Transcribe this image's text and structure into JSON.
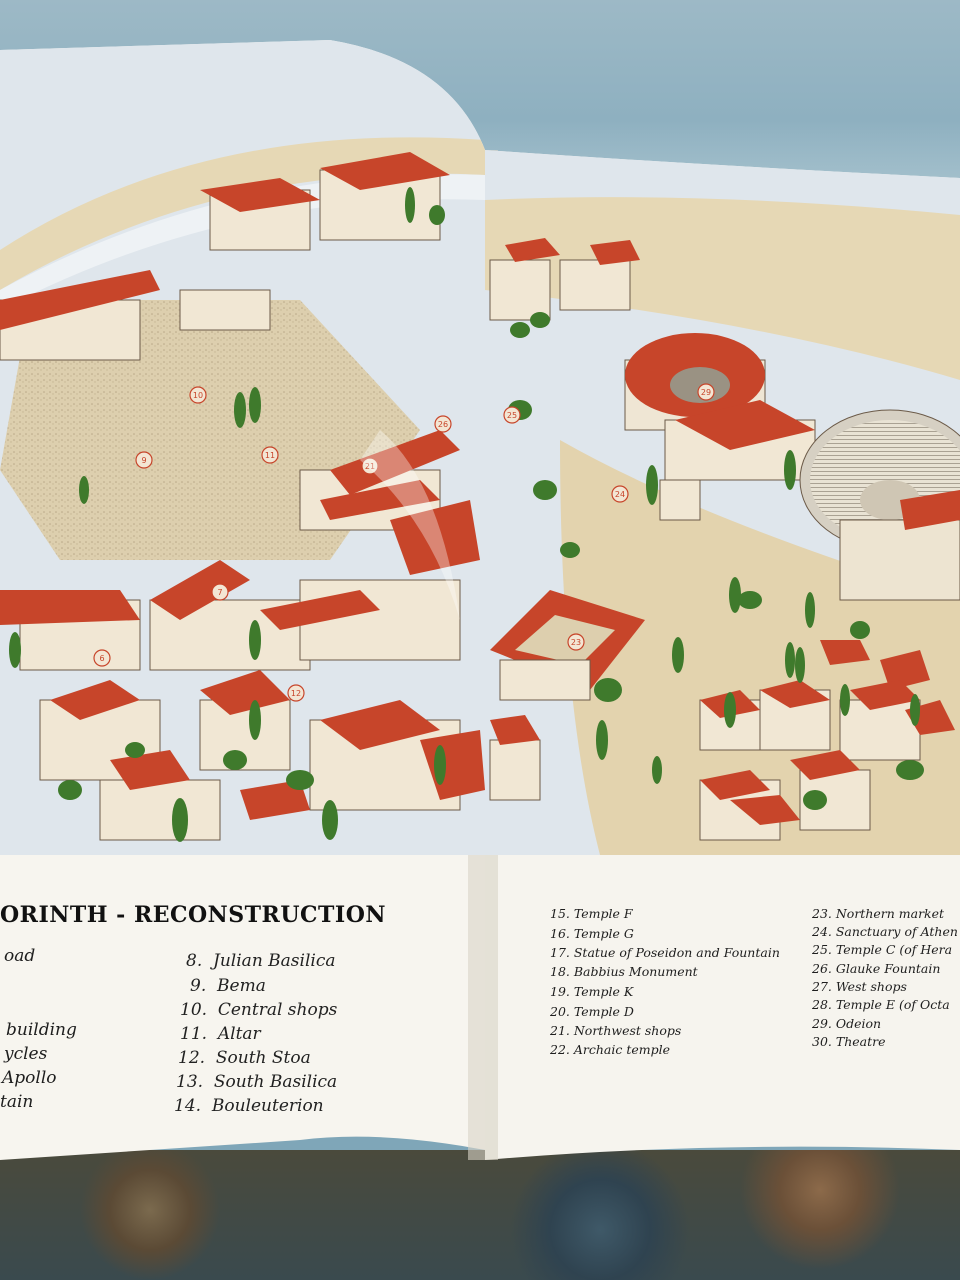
{
  "page": {
    "title": "ORINTH - RECONSTRUCTION"
  },
  "legend_left_partial": [
    "oad",
    "building",
    "ycles",
    "Apollo",
    "tain"
  ],
  "legend_left": [
    {
      "num": "8.",
      "label": "Julian Basilica"
    },
    {
      "num": "9.",
      "label": "Bema"
    },
    {
      "num": "10.",
      "label": "Central shops"
    },
    {
      "num": "11.",
      "label": "Altar"
    },
    {
      "num": "12.",
      "label": "South Stoa"
    },
    {
      "num": "13.",
      "label": "South Basilica"
    },
    {
      "num": "14.",
      "label": "Bouleuterion"
    }
  ],
  "legend_middle": [
    "15. Temple F",
    "16. Temple G",
    "17. Statue of Poseidon and Fountain",
    "18. Babbius Monument",
    "19. Temple K",
    "20. Temple D",
    "21. Northwest shops",
    "22. Archaic temple"
  ],
  "legend_right": [
    "23. Northern market",
    "24. Sanctuary of Athen",
    "25. Temple C (of Hera",
    "26. Glauke Fountain",
    "27. West shops",
    "28. Temple E (of Octa",
    "29. Odeion",
    "30. Theatre"
  ],
  "map_markers": [
    "11",
    "10",
    "9",
    "21",
    "7",
    "6",
    "12",
    "23",
    "24",
    "25",
    "26",
    "29"
  ],
  "colors": {
    "roof": "#c7452a",
    "wall": "#f1e7d4",
    "ground": "#e6d8b5",
    "page": "#f7f5ef",
    "tree": "#3f7a2c"
  }
}
